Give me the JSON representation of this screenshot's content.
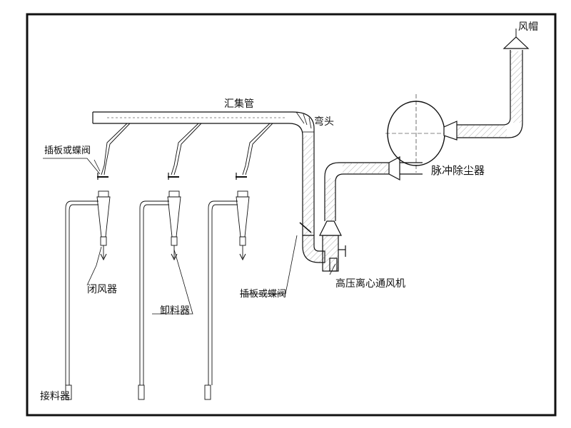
{
  "labels": {
    "collector_pipe": "汇集管",
    "elbow": "弯头",
    "cap": "风帽",
    "pulse_dust_collector": "脉冲除尘器",
    "fan": "高压离心通风机",
    "valve_left": "插板或蝶阀",
    "valve_center": "插板或蝶阀",
    "airlock": "闭风器",
    "discharger": "卸料器",
    "receiver": "接料器"
  },
  "colors": {
    "line": "#111111",
    "hatch": "#555555",
    "background": "#ffffff"
  }
}
